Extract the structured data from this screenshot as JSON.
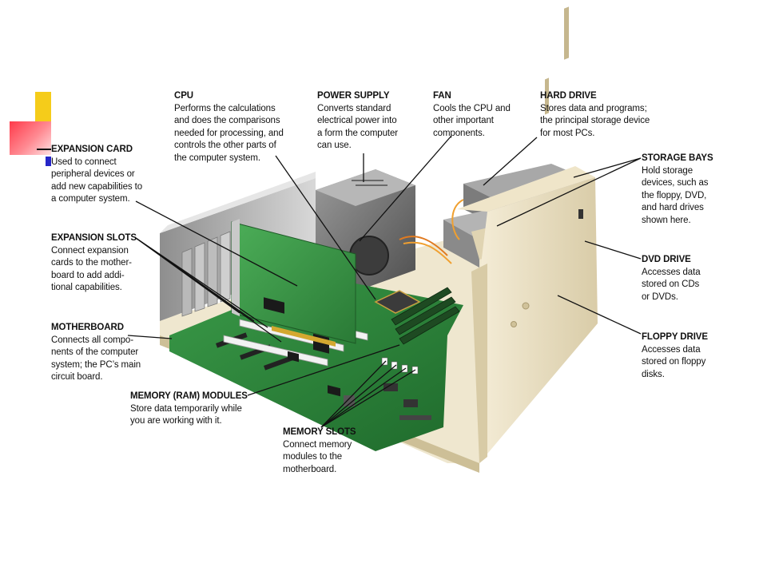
{
  "labels": {
    "cpu": {
      "title": "CPU",
      "desc": "Performs the calculations\nand does the comparisons\nneeded for processing, and\ncontrols the other parts of\nthe computer system."
    },
    "power_supply": {
      "title": "POWER SUPPLY",
      "desc": "Converts standard\nelectrical power into\na form the computer\ncan use."
    },
    "fan": {
      "title": "FAN",
      "desc": "Cools the CPU and\nother important\ncomponents."
    },
    "hard_drive": {
      "title": "HARD DRIVE",
      "desc": "Stores data and programs;\nthe principal storage device\nfor most PCs."
    },
    "expansion_card": {
      "title": "EXPANSION CARD",
      "desc": "Used to connect\nperipheral devices or\nadd new capabilities to\na computer system."
    },
    "storage_bays": {
      "title": "STORAGE BAYS",
      "desc": "Hold storage\ndevices, such as\nthe floppy, DVD,\nand hard drives\nshown here."
    },
    "expansion_slots": {
      "title": "EXPANSION SLOTS",
      "desc": "Connect expansion\ncards to the mother-\nboard to add addi-\ntional capabilities."
    },
    "dvd_drive": {
      "title": "DVD DRIVE",
      "desc": "Accesses data\nstored on CDs\nor DVDs."
    },
    "motherboard": {
      "title": "MOTHERBOARD",
      "desc": "Connects all compo-\nnents of the computer\nsystem; the PC’s main\ncircuit board."
    },
    "floppy_drive": {
      "title": "FLOPPY DRIVE",
      "desc": "Accesses data\nstored on floppy\ndisks."
    },
    "memory_modules": {
      "title": "MEMORY (RAM) MODULES",
      "desc": "Store data temporarily while\nyou are working with it."
    },
    "memory_slots": {
      "title": "MEMORY SLOTS",
      "desc": "Connect memory\nmodules to the\nmotherboard."
    }
  },
  "colors": {
    "accent_yellow": "#f5cc1a",
    "accent_red": "#ff3a4a",
    "accent_blue": "#2626c8",
    "case_beige": "#e9dfc4",
    "board_green": "#2f8a3c"
  }
}
